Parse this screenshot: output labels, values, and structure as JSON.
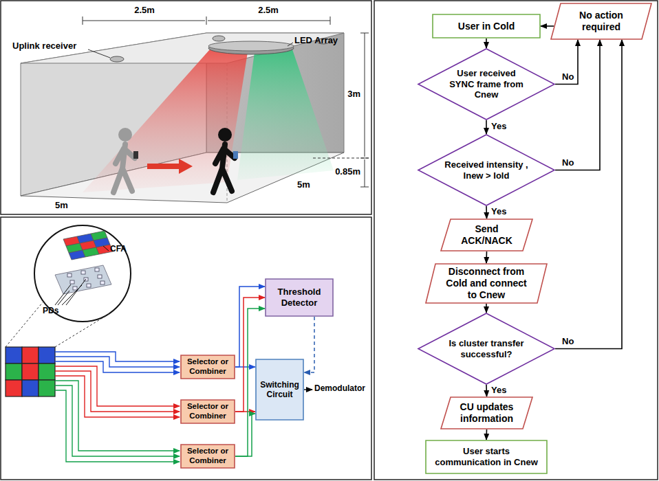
{
  "diagram": {
    "nodes": [
      {
        "text": [
          "Selector or Combiner"
        ]
      },
      {
        "text": [
          "Selector or Combiner"
        ]
      },
      {
        "text": [
          "Selector or Combiner"
        ]
      },
      {
        "text": [
          "Threshold Detector"
        ]
      },
      {
        "text": [
          "Switching Circuit"
        ]
      },
      {
        "text": [
          "User in Cold"
        ]
      },
      {
        "text": [
          "No action required"
        ]
      },
      {
        "text": [
          "User received SYNC frame from Cnew"
        ]
      },
      {
        "text": [
          "Received intensity , Inew > Iold"
        ]
      },
      {
        "text": [
          "Send ACK/NACK"
        ]
      },
      {
        "text": [
          "Disconnect from Cold and connect to Cnew"
        ]
      },
      {
        "text": [
          "Is cluster transfer successful?"
        ]
      },
      {
        "text": [
          "CU updates information"
        ]
      },
      {
        "text": [
          "User starts communication in Cnew"
        ]
      }
    ],
    "edges": [
      {
        "from": 0,
        "to": 3,
        "arrow": "to"
      },
      {
        "from": 0,
        "to": 4,
        "arrow": "to"
      },
      {
        "from": 1,
        "to": 3,
        "arrow": "to"
      },
      {
        "from": 1,
        "to": 4,
        "arrow": "to"
      },
      {
        "from": 2,
        "to": 3,
        "arrow": "to"
      },
      {
        "from": 2,
        "to": 4,
        "arrow": "to"
      },
      {
        "from": 3,
        "to": 4,
        "arrow": "to"
      },
      {
        "from": 5,
        "to": 7,
        "arrow": "to"
      },
      {
        "from": 7,
        "to": 6,
        "label": "No",
        "arrow": "to"
      },
      {
        "from": 7,
        "to": 8,
        "label": "Yes",
        "arrow": "to"
      },
      {
        "from": 8,
        "to": 6,
        "label": "No",
        "arrow": "to"
      },
      {
        "from": 8,
        "to": 9,
        "label": "Yes",
        "arrow": "to"
      },
      {
        "from": 9,
        "to": 10,
        "arrow": "to"
      },
      {
        "from": 10,
        "to": 11,
        "arrow": "to"
      },
      {
        "from": 11,
        "to": 6,
        "label": "No",
        "arrow": "to"
      },
      {
        "from": 11,
        "to": 12,
        "label": "Yes",
        "arrow": "to"
      },
      {
        "from": 12,
        "to": 13,
        "arrow": "to"
      },
      {
        "from": 6,
        "to": 5,
        "arrow": "to"
      }
    ],
    "labels": [
      "2.5m",
      "2.5m",
      "LED Array",
      "Uplink receiver",
      "3m",
      "0.85m",
      "5m",
      "5m",
      "CFA",
      "PDs",
      "Demodulator"
    ]
  }
}
